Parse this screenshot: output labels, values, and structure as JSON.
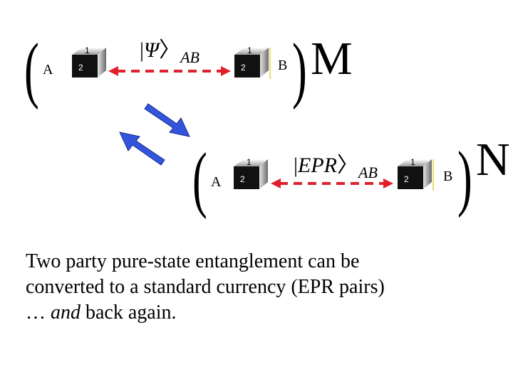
{
  "top_row": {
    "left_party": "A",
    "right_party": "B",
    "state_symbol": "Ψ",
    "state_subscript": "AB",
    "multiplier": "M"
  },
  "bottom_row": {
    "left_party": "A",
    "right_party": "B",
    "state_symbol": "EPR",
    "state_subscript": "AB",
    "multiplier": "N"
  },
  "cube_faces": {
    "top": "1",
    "front": "2"
  },
  "colors": {
    "link": "#e0202a",
    "conversion_arrow": "#3355dd",
    "cube_front": "#111111"
  },
  "caption": {
    "line1": "Two party pure-state entanglement can be",
    "line2": "converted to a standard currency (EPR pairs)",
    "line3_prefix": "…  ",
    "line3_italic": "and",
    "line3_suffix": " back again."
  }
}
